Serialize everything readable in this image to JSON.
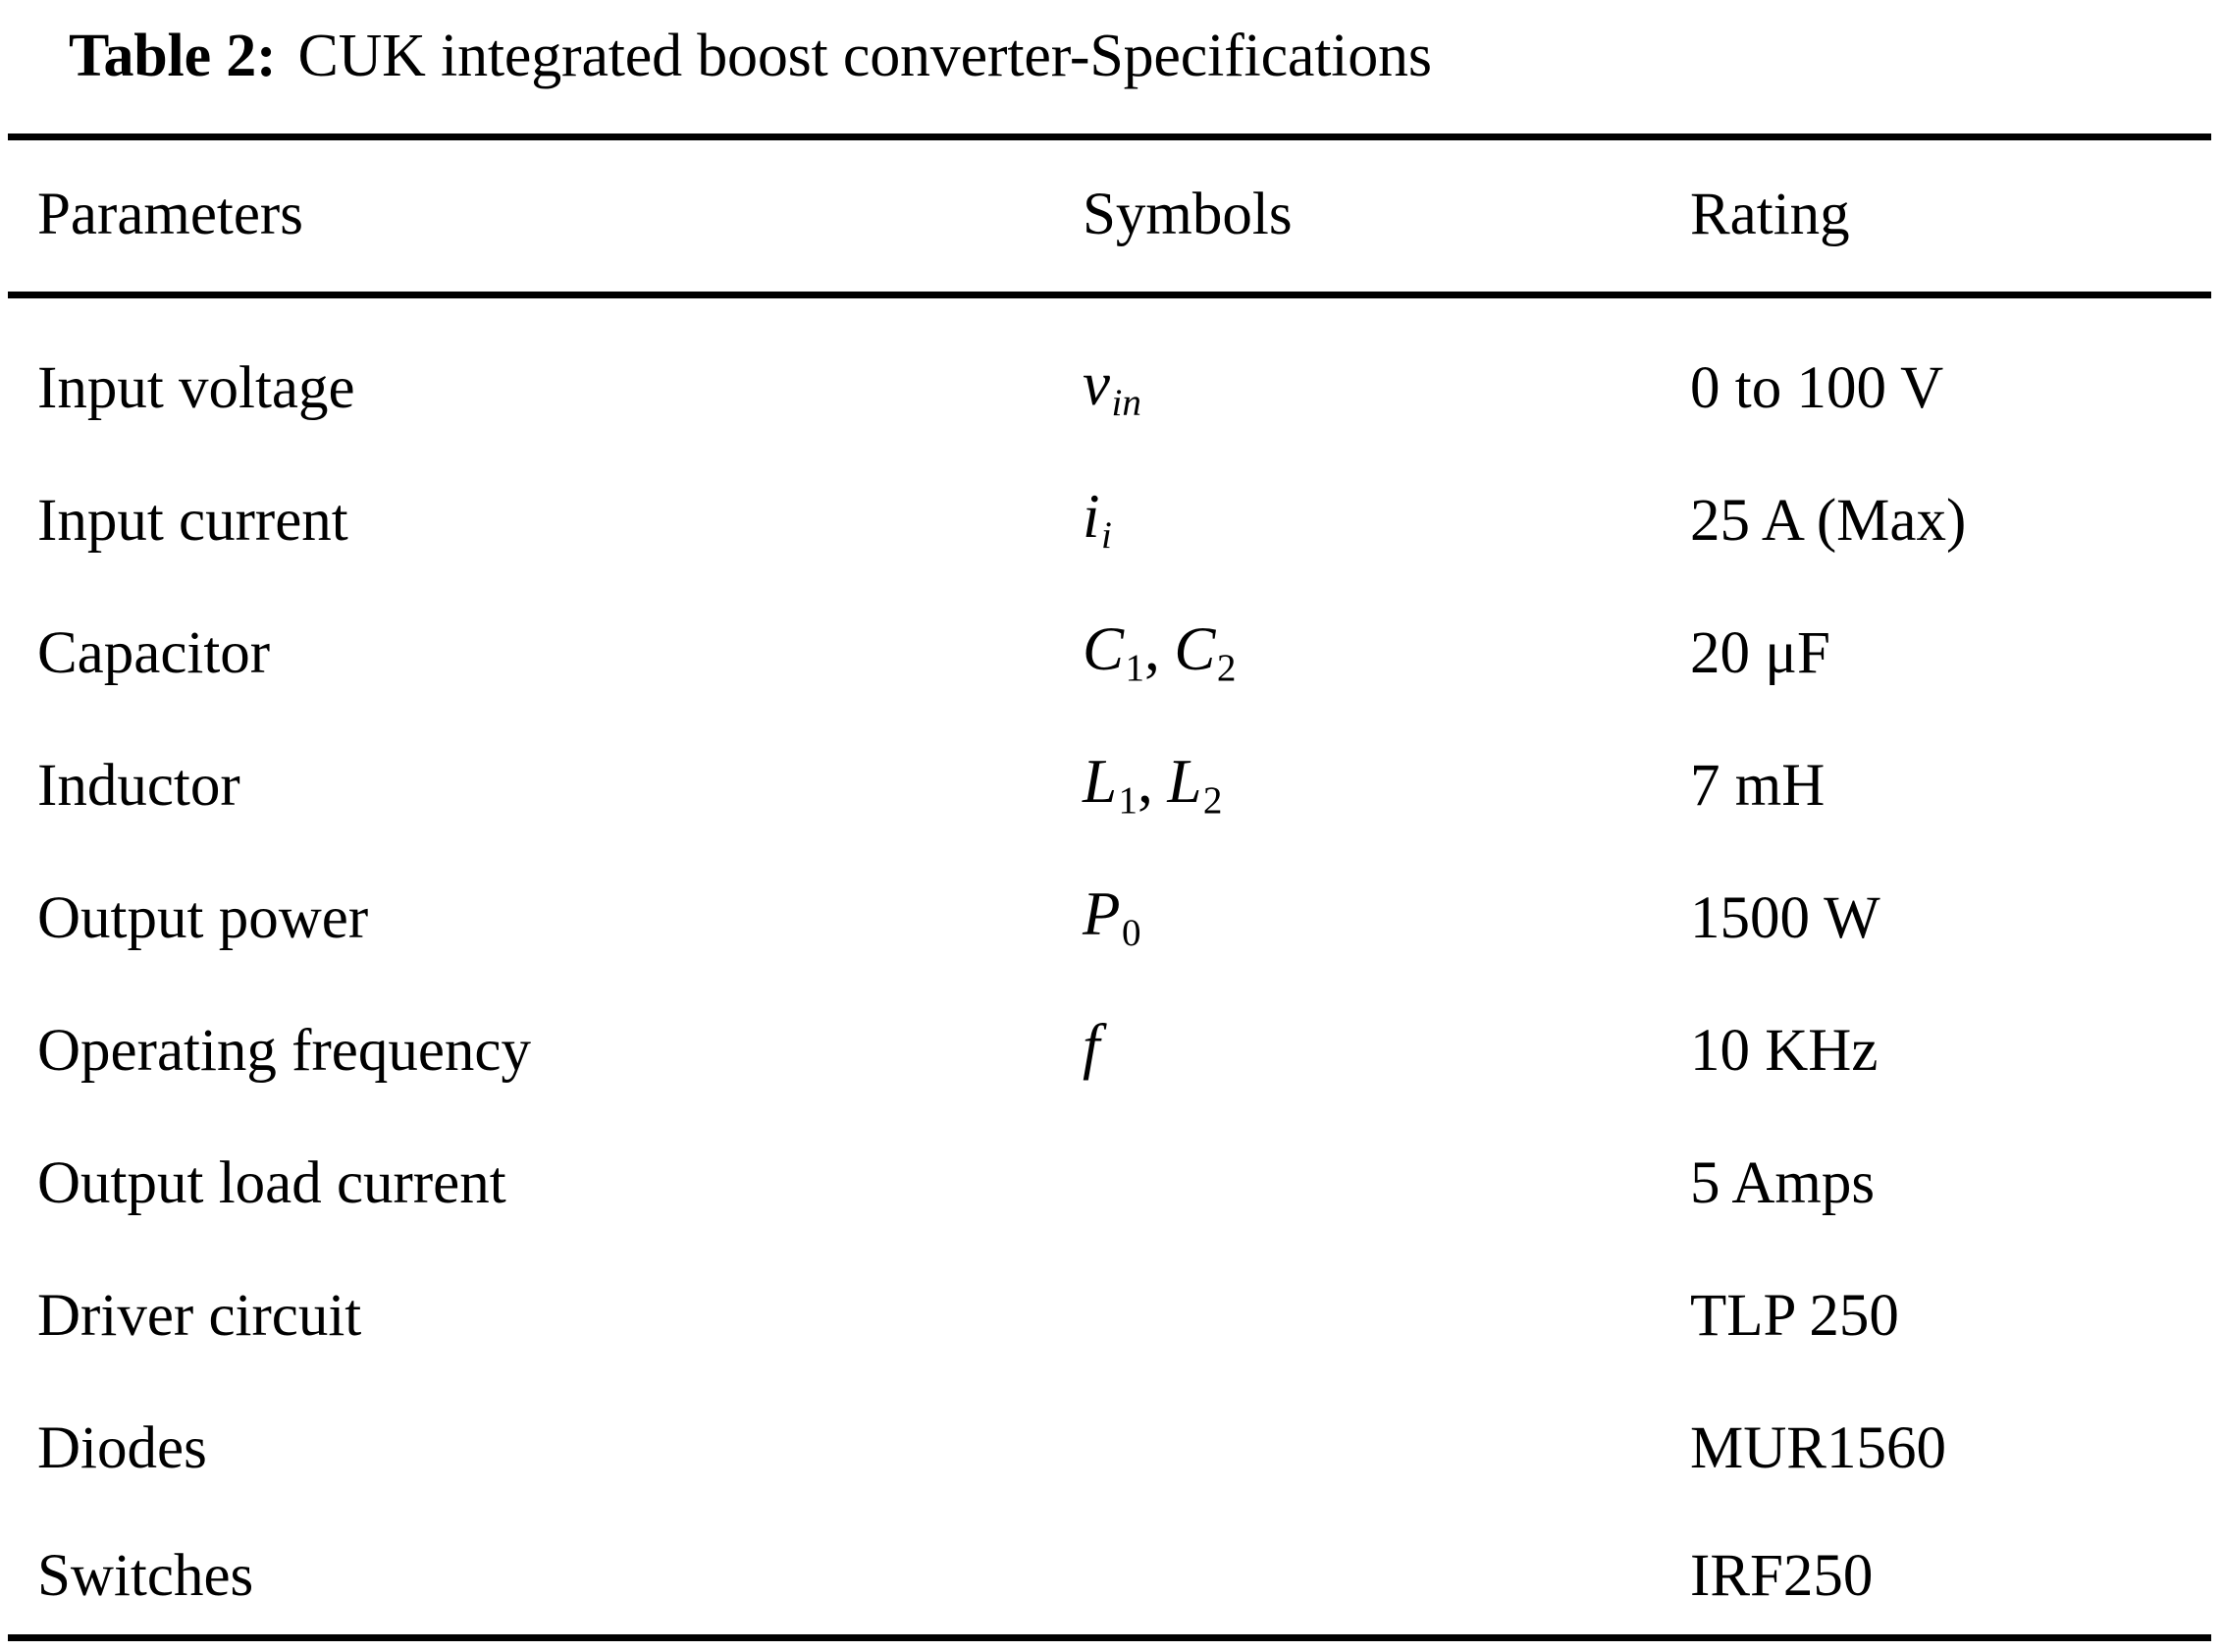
{
  "caption": {
    "label": "Table 2:",
    "text": "CUK integrated boost converter-Specifications"
  },
  "table": {
    "headers": {
      "parameters": "Parameters",
      "symbols": "Symbols",
      "rating": "Rating"
    },
    "rows": [
      {
        "parameter": "Input voltage",
        "symbol_base": "v",
        "symbol_sub": "in",
        "symbol_sub_style": "italic",
        "symbol_text": "v_in",
        "rating": "0 to 100 V"
      },
      {
        "parameter": "Input current",
        "symbol_base": "i",
        "symbol_sub": "i",
        "symbol_sub_style": "italic",
        "symbol_text": "i_i",
        "rating": "25 A (Max)"
      },
      {
        "parameter": "Capacitor",
        "symbol_base": "C",
        "symbol_sub": "1",
        "symbol_sub_style": "upright",
        "symbol_base2": "C",
        "symbol_sub2": "2",
        "symbol_text": "C1, C2",
        "rating": "20 μF"
      },
      {
        "parameter": "Inductor",
        "symbol_base": "L",
        "symbol_sub": "1",
        "symbol_sub_style": "upright",
        "symbol_base2": "L",
        "symbol_sub2": "2",
        "symbol_text": "L1, L2",
        "rating": "7 mH"
      },
      {
        "parameter": "Output power",
        "symbol_base": "P",
        "symbol_sub": "0",
        "symbol_sub_style": "upright",
        "symbol_text": "P0",
        "rating": "1500 W"
      },
      {
        "parameter": "Operating  frequency",
        "symbol_base": "f",
        "symbol_sub": "",
        "symbol_sub_style": "upright",
        "symbol_text": "f",
        "rating": "10 KHz"
      },
      {
        "parameter": "Output load current",
        "symbol_base": "",
        "symbol_sub": "",
        "symbol_sub_style": "upright",
        "symbol_text": "",
        "rating": "5 Amps"
      },
      {
        "parameter": "Driver circuit",
        "symbol_base": "",
        "symbol_sub": "",
        "symbol_sub_style": "upright",
        "symbol_text": "",
        "rating": "TLP 250"
      },
      {
        "parameter": "Diodes",
        "symbol_base": "",
        "symbol_sub": "",
        "symbol_sub_style": "upright",
        "symbol_text": "",
        "rating": "MUR1560"
      },
      {
        "parameter": "Switches",
        "symbol_base": "",
        "symbol_sub": "",
        "symbol_sub_style": "upright",
        "symbol_text": "",
        "rating": "IRF250"
      }
    ]
  },
  "style": {
    "text_color": "#000000",
    "background_color": "#ffffff",
    "rule_color": "#000000"
  }
}
